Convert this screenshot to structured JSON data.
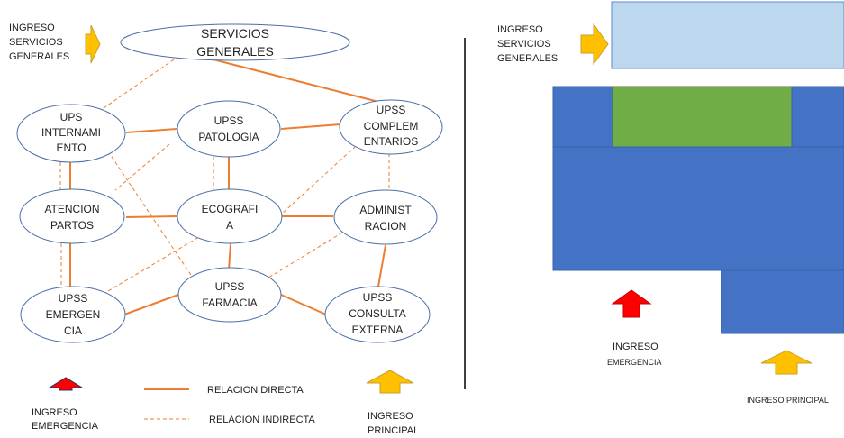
{
  "colors": {
    "direct": "#ED7D31",
    "indirect": "#ED7D31",
    "node_border": "#4A6FA5",
    "ingress_yellow": "#FFC000",
    "ingress_red": "#FF0000",
    "light_blue": "#BDD7EE",
    "blue": "#4472C4",
    "green": "#70AD47"
  },
  "left_diagram": {
    "ingress_services": [
      "INGRESO",
      "SERVICIOS",
      "GENERALES"
    ],
    "nodes": [
      {
        "id": "servicios",
        "lines": [
          "SERVICIOS",
          "GENERALES"
        ]
      },
      {
        "id": "internamiento",
        "lines": [
          "UPS",
          "INTERNAMI",
          "ENTO"
        ]
      },
      {
        "id": "patologia",
        "lines": [
          "UPSS",
          "PATOLOGIA"
        ]
      },
      {
        "id": "complementarios",
        "lines": [
          "UPSS",
          "COMPLEM",
          "ENTARIOS"
        ]
      },
      {
        "id": "partos",
        "lines": [
          "ATENCION",
          "PARTOS"
        ]
      },
      {
        "id": "ecografia",
        "lines": [
          "ECOGRAFI",
          "A"
        ]
      },
      {
        "id": "administracion",
        "lines": [
          "ADMINIST",
          "RACION"
        ]
      },
      {
        "id": "emergencia",
        "lines": [
          "UPSS",
          "EMERGEN",
          "CIA"
        ]
      },
      {
        "id": "farmacia",
        "lines": [
          "UPSS",
          "FARMACIA"
        ]
      },
      {
        "id": "consulta",
        "lines": [
          "UPSS",
          "CONSULTA",
          "EXTERNA"
        ]
      }
    ],
    "legend": {
      "direct": "RELACION DIRECTA",
      "indirect": "RELACION INDIRECTA",
      "emergency_ingress": [
        "INGRESO",
        "EMERGENCIA"
      ],
      "main_ingress": [
        "INGRESO",
        "PRINCIPAL"
      ]
    }
  },
  "right_diagram": {
    "ingress_services": [
      "INGRESO",
      "SERVICIOS",
      "GENERALES"
    ],
    "emergency_ingress": [
      "INGRESO",
      "EMERGENCIA"
    ],
    "main_ingress": "INGRESO PRINCIPAL"
  }
}
